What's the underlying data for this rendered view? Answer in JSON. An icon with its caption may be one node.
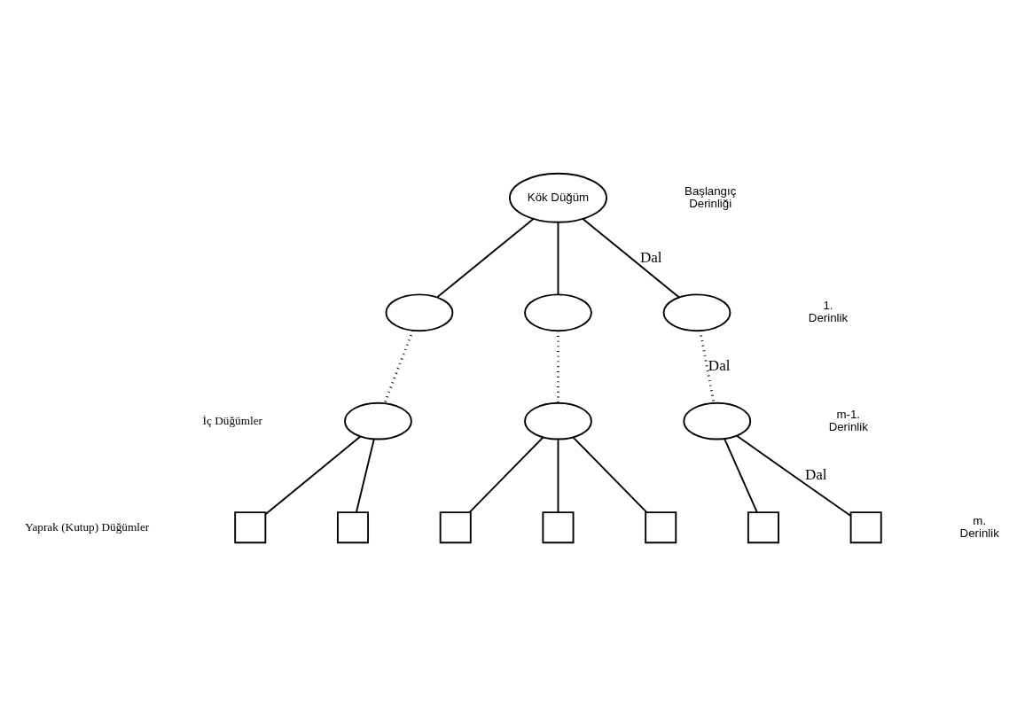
{
  "diagram": {
    "nodes": [
      {
        "text": [
          "Kök Düğüm"
        ]
      },
      {
        "text": [],
        "shape": "ellipse"
      },
      {
        "text": [],
        "shape": "ellipse"
      },
      {
        "text": [],
        "shape": "ellipse"
      },
      {
        "text": [],
        "shape": "ellipse"
      },
      {
        "text": [],
        "shape": "ellipse"
      },
      {
        "text": [],
        "shape": "ellipse"
      },
      {
        "text": [],
        "shape": "box"
      },
      {
        "text": [],
        "shape": "box"
      },
      {
        "text": [],
        "shape": "box"
      },
      {
        "text": [],
        "shape": "box"
      },
      {
        "text": [],
        "shape": "box"
      },
      {
        "text": [],
        "shape": "box"
      },
      {
        "text": [],
        "shape": "box"
      }
    ],
    "edges": [
      {
        "from": 0,
        "to": 1,
        "arrow": "none"
      },
      {
        "from": 0,
        "to": 2,
        "arrow": "none"
      },
      {
        "from": 0,
        "to": 3,
        "arrow": "none",
        "label": "Dal"
      },
      {
        "from": 1,
        "to": 4,
        "arrow": "none",
        "style": "dashed"
      },
      {
        "from": 2,
        "to": 5,
        "arrow": "none",
        "style": "dashed"
      },
      {
        "from": 3,
        "to": 6,
        "arrow": "none",
        "style": "dashed",
        "label": "Dal"
      },
      {
        "from": 4,
        "to": 7,
        "arrow": "none"
      },
      {
        "from": 4,
        "to": 8,
        "arrow": "none"
      },
      {
        "from": 5,
        "to": 9,
        "arrow": "none"
      },
      {
        "from": 5,
        "to": 10,
        "arrow": "none"
      },
      {
        "from": 5,
        "to": 11,
        "arrow": "none"
      },
      {
        "from": 6,
        "to": 12,
        "arrow": "none"
      },
      {
        "from": 6,
        "to": 13,
        "arrow": "none",
        "label": "Dal"
      }
    ],
    "labels": [
      "Başlangıç Derinliği",
      "1. Derinlik",
      "İç Düğümler",
      "m-1. Derinlik",
      "m. Derinlik",
      "Yaprak (Kutup) Düğümler"
    ]
  }
}
